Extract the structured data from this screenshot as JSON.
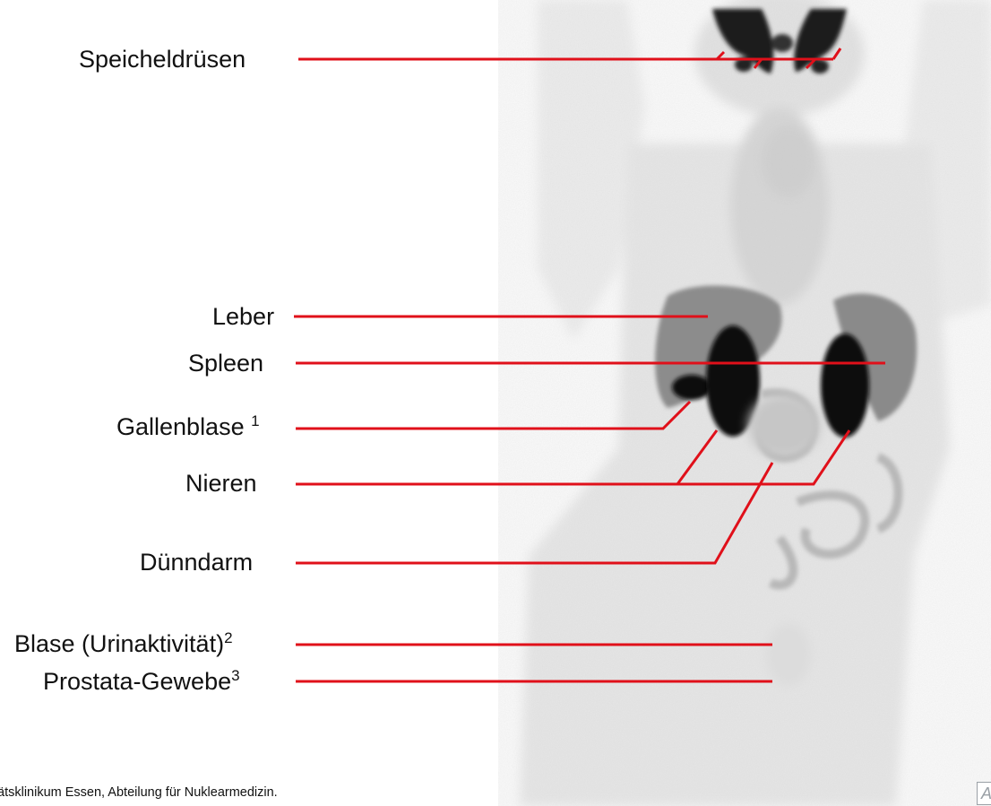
{
  "labels": {
    "salivary": "Speicheldrüsen",
    "liver": "Leber",
    "spleen": "Spleen",
    "gallbladder": "Gallenblase",
    "gallbladder_note": "1",
    "kidneys": "Nieren",
    "small_intestine": "Dünndarm",
    "bladder": "Blase (Urinaktivität)",
    "bladder_note": "2",
    "prostate": "Prostata-Gewebe",
    "prostate_note": "3"
  },
  "footer": {
    "credit": "ätsklinikum Essen, Abteilung für Nuklearmedizin."
  },
  "corner_icon": {
    "glyph": "A"
  },
  "colors": {
    "leader_line": "#e0101a",
    "uptake_dark": "#0a0a0a",
    "organ_gray": "#8a8a8a",
    "body_gray": "#e4e4e4"
  }
}
